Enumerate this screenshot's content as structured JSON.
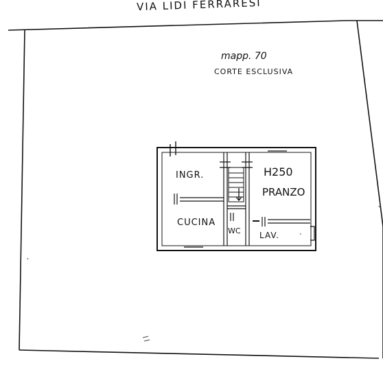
{
  "street_name": "VIA LIDI FERRARESI",
  "lot_number": "mapp. 70",
  "lot_description": "CORTE ESCLUSIVA",
  "rooms": {
    "entrance": "INGR.",
    "height_note": "H250",
    "dining": "PRANZO",
    "kitchen": "CUCINA",
    "wc": "WC",
    "laundry": "LAV."
  }
}
